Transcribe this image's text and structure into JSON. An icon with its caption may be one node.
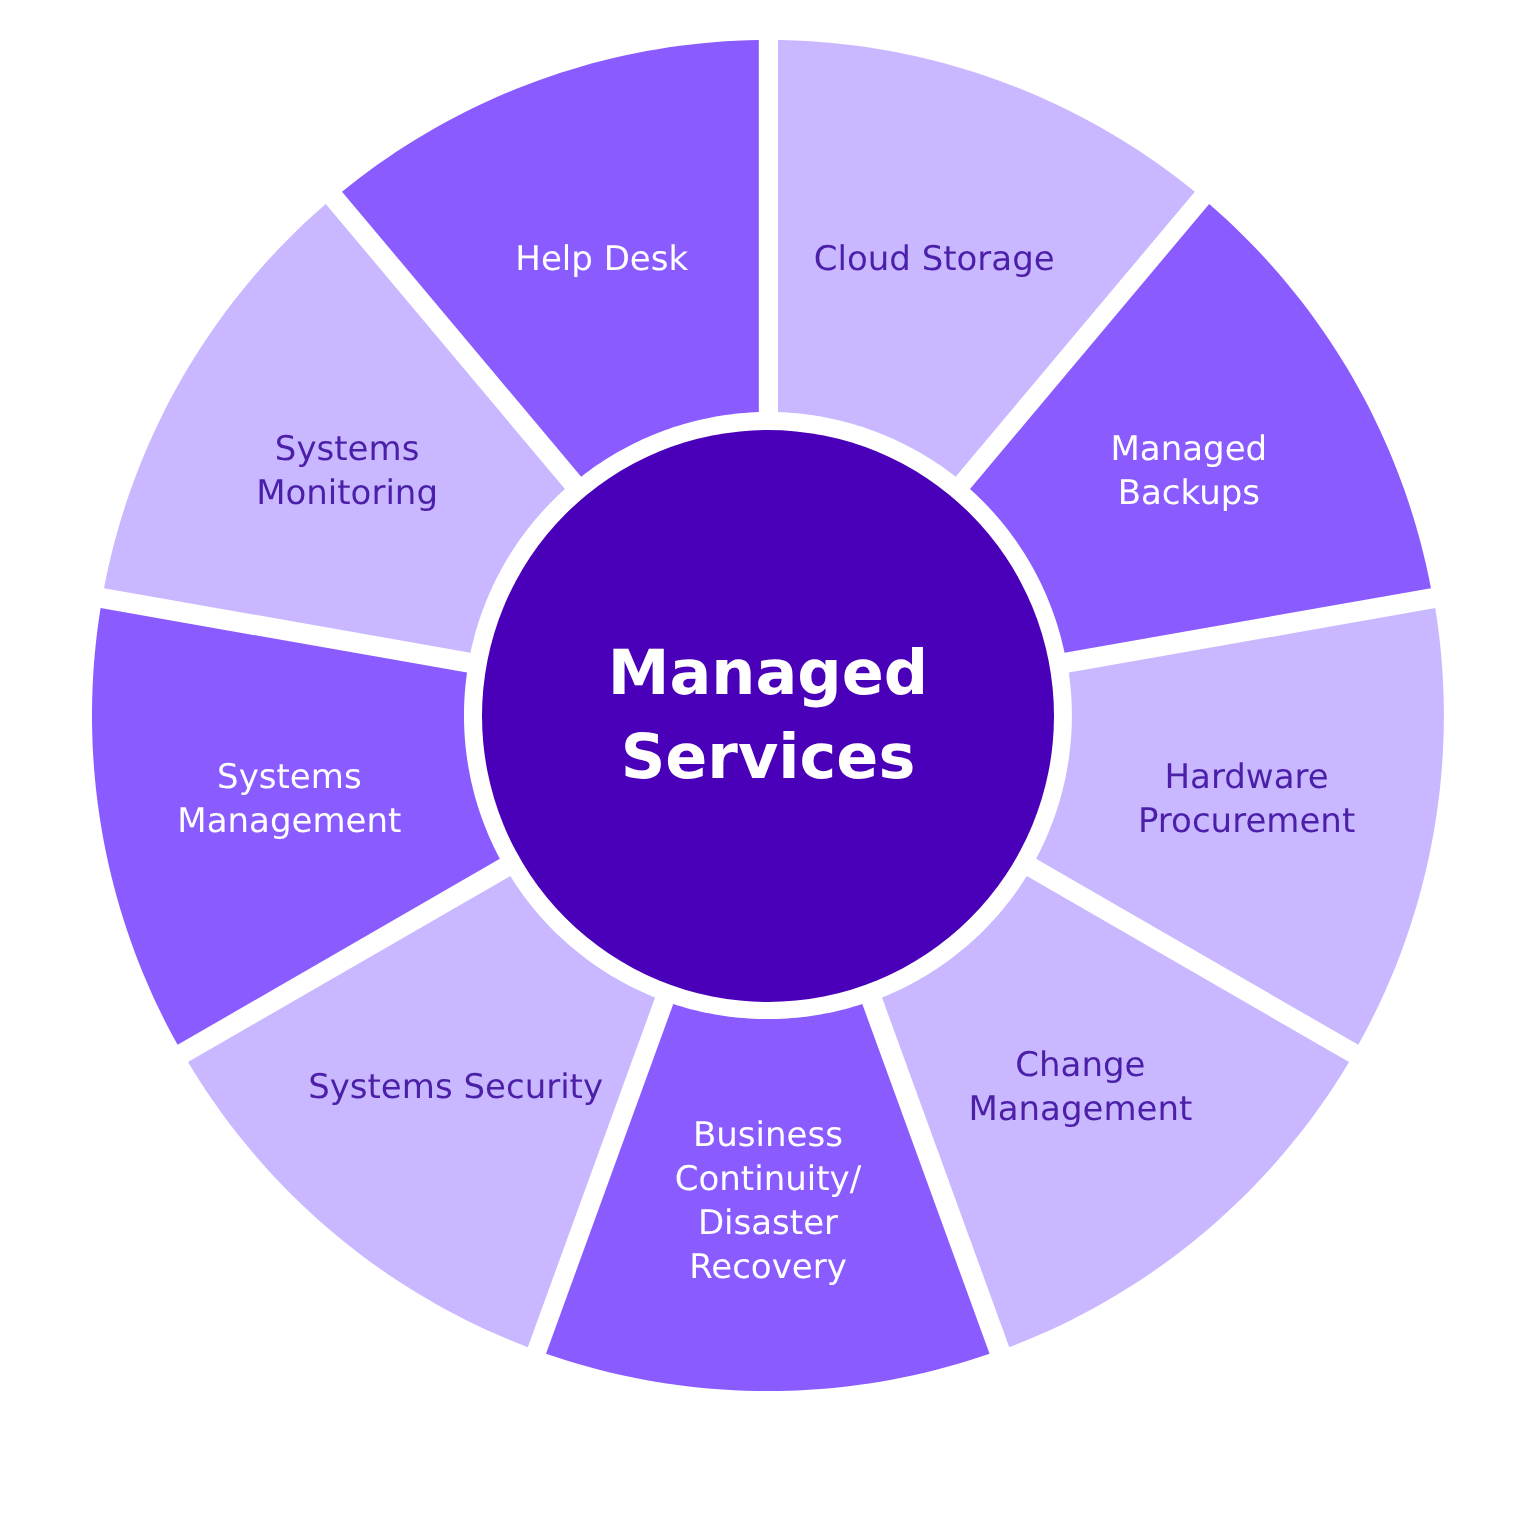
{
  "diagram": {
    "nodes": [
      {
        "text": [
          "Managed Services"
        ]
      },
      {
        "text": [
          "Cloud Storage"
        ]
      },
      {
        "text": [
          "Managed Backups"
        ]
      },
      {
        "text": [
          "Hardware Procurement"
        ]
      },
      {
        "text": [
          "Change Management"
        ]
      },
      {
        "text": [
          "Business Continuity/ Disaster Recovery"
        ]
      },
      {
        "text": [
          "Systems Security"
        ]
      },
      {
        "text": [
          "Systems Management"
        ]
      },
      {
        "text": [
          "Systems Monitoring"
        ]
      },
      {
        "text": [
          "Help Desk"
        ]
      }
    ]
  }
}
